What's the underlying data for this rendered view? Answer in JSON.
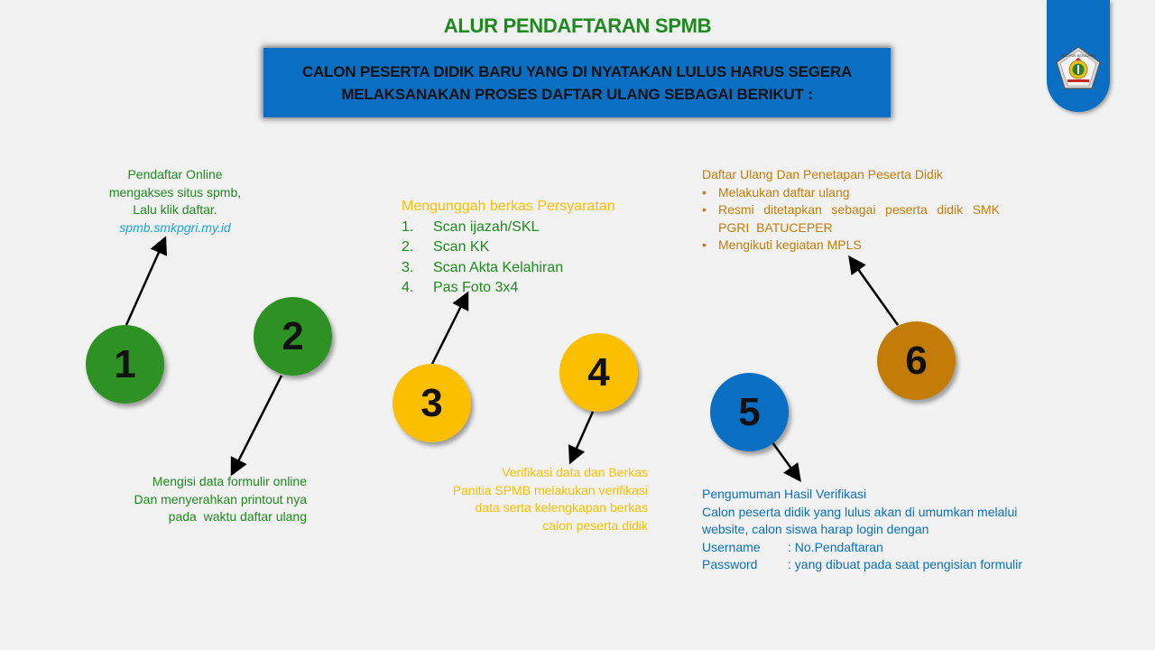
{
  "title": "ALUR PENDAFTARAN SPMB",
  "banner": {
    "line1": "CALON PESERTA DIDIK BARU YANG DI NYATAKAN LULUS HARUS SEGERA",
    "line2": "MELAKSANAKAN PROSES DAFTAR ULANG SEBAGAI BERIKUT :"
  },
  "logo": {
    "icon": "school-emblem-icon"
  },
  "colors": {
    "green": "#2e9123",
    "yellow": "#fbbf00",
    "blue": "#0a6fc2",
    "orange": "#c47c08",
    "title_green": "#1e8a1e",
    "link": "#1aa3df"
  },
  "steps": [
    {
      "number": "1",
      "lines": [
        "Pendaftar Online",
        "mengakses situs spmb,",
        "Lalu klik daftar."
      ],
      "link": "spmb.smkpgri.my.id"
    },
    {
      "number": "2",
      "lines": [
        "Mengisi data formulir online",
        "Dan menyerahkan printout nya",
        "pada  waktu daftar ulang"
      ]
    },
    {
      "number": "3",
      "heading": "Mengunggah berkas Persyaratan",
      "items": [
        {
          "num": "1.",
          "text": "Scan ijazah/SKL"
        },
        {
          "num": "2.",
          "text": "Scan KK"
        },
        {
          "num": "3.",
          "text": "Scan Akta Kelahiran"
        },
        {
          "num": "4.",
          "text": "Pas Foto 3x4"
        }
      ]
    },
    {
      "number": "4",
      "lines": [
        "Verifikasi data dan Berkas",
        "Panitia SPMB melakukan verifikasi",
        "data serta kelengkapan berkas",
        "calon peserta didik"
      ]
    },
    {
      "number": "5",
      "heading": "Pengumuman Hasil Verifikasi",
      "lines": [
        "Calon peserta didik yang lulus akan di umumkan melalui",
        "website, calon siswa harap login dengan"
      ],
      "credentials": [
        {
          "key": "Username",
          "value": ": No.Pendaftaran"
        },
        {
          "key": "Password",
          "value": ": yang dibuat pada saat pengisian formulir"
        }
      ]
    },
    {
      "number": "6",
      "heading": "Daftar Ulang Dan Penetapan Peserta Didik",
      "bullets": [
        "Melakukan daftar ulang",
        "Resmi ditetapkan sebagai peserta didik SMK PGRI BATUCEPER",
        "Mengikuti kegiatan MPLS"
      ]
    }
  ]
}
